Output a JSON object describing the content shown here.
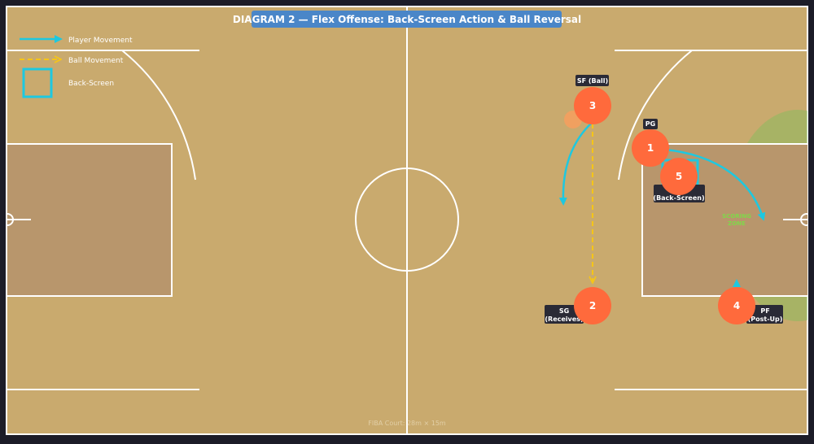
{
  "title": "DIAGRAM 2 — Flex Offense: Back-Screen Action & Ball Reversal",
  "legend": {
    "player_movement": "Player Movement",
    "ball_movement": "Ball Movement",
    "back_screen": "Back-Screen"
  },
  "players": [
    {
      "number": "1",
      "label": "PG"
    },
    {
      "number": "2",
      "label_line1": "SG",
      "label_line2": "(Receives)"
    },
    {
      "number": "3",
      "label": "SF (Ball)"
    },
    {
      "number": "4",
      "label_line1": "PF",
      "label_line2": "(Post-Up)"
    },
    {
      "number": "5",
      "label_line1": "C",
      "label_line2": "(Back-Screen)"
    }
  ],
  "scoring_zone_label_line1": "SCORING",
  "scoring_zone_label_line2": "ZONE",
  "footer": "FIBA Court: 28m × 15m",
  "colors": {
    "court": "#c9aa6e",
    "paint": "#b8966c",
    "lines": "#ffffff",
    "player": "#ff6a3c",
    "player_movement": "#1ec8e0",
    "ball_movement": "#f5c518",
    "scoring_zone": "#7fbf5a",
    "title_bg": "#4a86c8"
  }
}
